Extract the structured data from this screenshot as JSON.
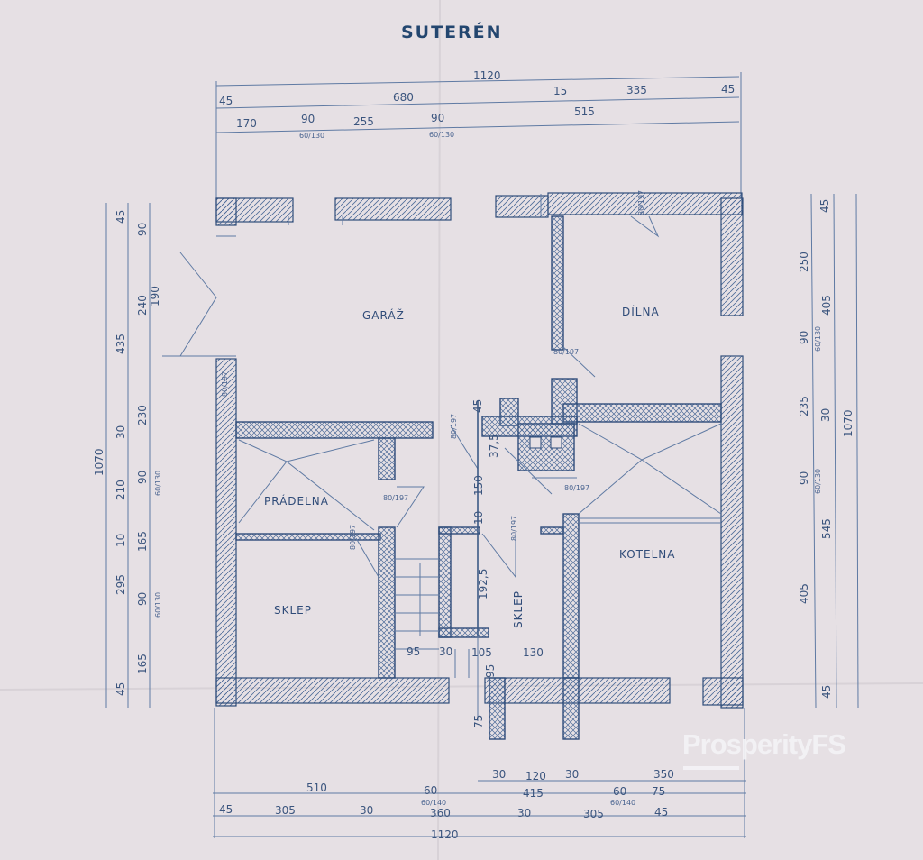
{
  "title": "SUTERÉN",
  "rooms": {
    "garaz": "GARÁŽ",
    "dilna": "DÍLNA",
    "pradelna": "PRÁDELNA",
    "sklep1": "SKLEP",
    "sklep2": "SKLEP",
    "kotelna": "KOTELNA"
  },
  "dims": {
    "top": [
      "1120",
      "45",
      "680",
      "15",
      "335",
      "45",
      "170",
      "90",
      "60/130",
      "255",
      "90",
      "60/130",
      "515"
    ],
    "bottom": [
      "30",
      "120",
      "30",
      "350",
      "510",
      "60",
      "60/140",
      "415",
      "60",
      "60/140",
      "75",
      "45",
      "305",
      "30",
      "360",
      "30",
      "305",
      "45",
      "1120"
    ],
    "left": [
      "1070",
      "45",
      "435",
      "30",
      "210",
      "10",
      "295",
      "45",
      "90",
      "240",
      "190",
      "230",
      "90",
      "60/130",
      "165",
      "90",
      "60/130",
      "165"
    ],
    "right": [
      "45",
      "250",
      "405",
      "90",
      "60/130",
      "235",
      "30",
      "1070",
      "90",
      "60/130",
      "405",
      "545",
      "45"
    ],
    "interior": [
      "45",
      "37,5",
      "150",
      "10",
      "192,5",
      "95",
      "30",
      "105",
      "130",
      "95",
      "75"
    ],
    "doors": [
      "80/197",
      "80/197",
      "80/197",
      "80/197",
      "80/197",
      "80/197",
      "80/197",
      "80/197"
    ]
  },
  "watermark": "ProsperityFS",
  "colors": {
    "paper": "#e6e0e4",
    "ink": "#2f4d7a"
  }
}
